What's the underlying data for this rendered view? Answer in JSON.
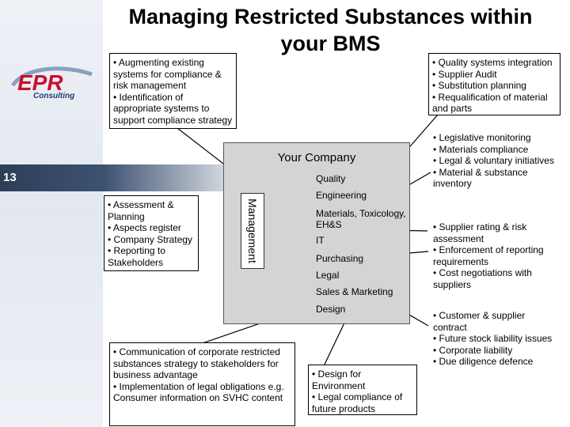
{
  "title": {
    "line1": "Managing Restricted Substances within",
    "line2": "your BMS"
  },
  "logo": {
    "main": "EPR",
    "sub": "Consulting"
  },
  "slide_number": "13",
  "company": {
    "label": "Your Company",
    "management": "Management",
    "departments": [
      "Quality",
      "Engineering",
      "Materials, Toxicology, EH&S",
      "IT",
      "Purchasing",
      "Legal",
      "Sales & Marketing",
      "Design"
    ]
  },
  "boxes": {
    "top_left": [
      "• Augmenting existing systems for compliance & risk management",
      "• Identification of appropriate systems to support compliance strategy"
    ],
    "top_right": [
      "• Quality systems integration",
      "• Supplier Audit",
      "• Substitution planning",
      "• Requalification of material and parts"
    ],
    "right_materials": [
      "• Legislative monitoring",
      "• Materials compliance",
      "• Legal & voluntary initiatives",
      "• Material & substance inventory"
    ],
    "right_purchasing": [
      "• Supplier rating & risk assessment",
      "• Enforcement of reporting requirements",
      "• Cost negotiations with suppliers"
    ],
    "right_legal": [
      "• Customer & supplier contract",
      "• Future stock liability issues",
      "• Corporate liability",
      "• Due diligence defence"
    ],
    "left_management": [
      "• Assessment & Planning",
      "• Aspects register",
      "• Company Strategy",
      "• Reporting to Stakeholders"
    ],
    "bottom_left": [
      "• Communication of corporate restricted substances strategy to stakeholders for business advantage",
      "• Implementation of legal obligations e.g. Consumer information on SVHC content"
    ],
    "bottom_mid": [
      "• Design for Environment",
      "• Legal compliance of future products"
    ]
  }
}
